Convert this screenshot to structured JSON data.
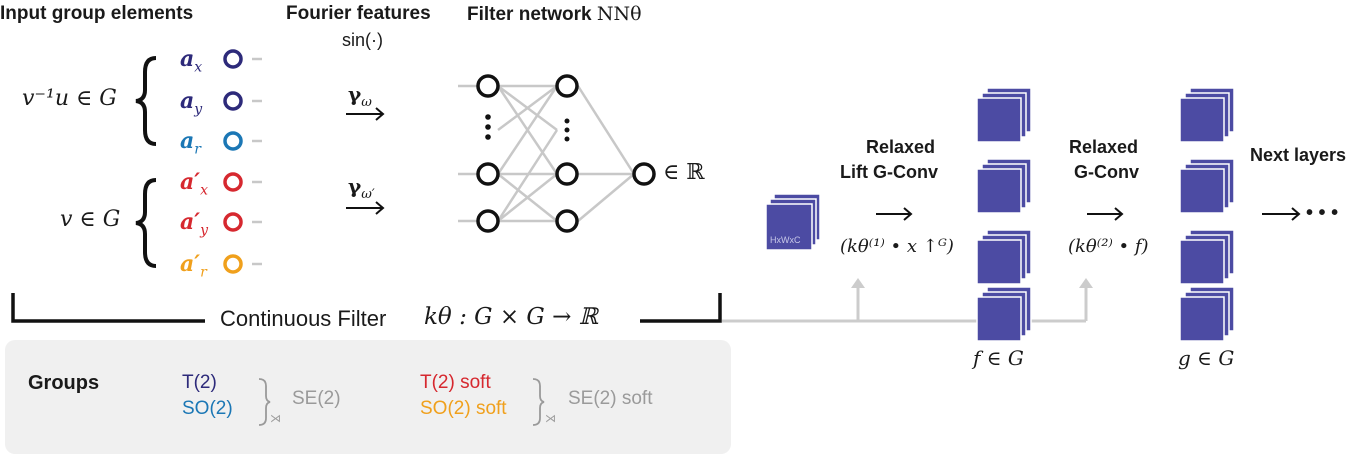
{
  "headers": {
    "input": "Input group elements",
    "fourier": "Fourier features",
    "fourier_sub": "sin(·)",
    "filter_prefix": "Filter network ",
    "filter_math": "NNθ"
  },
  "inputs": {
    "group1_label": "v⁻¹u ∈ G",
    "group2_label": "v ∈ G",
    "elements": [
      {
        "name": "a",
        "sub": "x",
        "prime": false,
        "color": "#2d2a7a"
      },
      {
        "name": "a",
        "sub": "y",
        "prime": false,
        "color": "#2d2a7a"
      },
      {
        "name": "a",
        "sub": "r",
        "prime": false,
        "color": "#1b77b5"
      },
      {
        "name": "a′",
        "sub": "x",
        "prime": true,
        "color": "#d6282f"
      },
      {
        "name": "a′",
        "sub": "y",
        "prime": true,
        "color": "#d6282f"
      },
      {
        "name": "a′",
        "sub": "r",
        "prime": true,
        "color": "#f0a01c"
      }
    ]
  },
  "fourier_maps": [
    {
      "gamma": "γ",
      "sub": "ω"
    },
    {
      "gamma": "γ",
      "sub": "ω′"
    }
  ],
  "network_output": "∈ ℝ",
  "continuous_filter": {
    "label": "Continuous Filter",
    "math": "kθ : G × G → ℝ"
  },
  "pipeline": {
    "input_tag": "HxWxC",
    "lift_title_1": "Relaxed",
    "lift_title_2": "Lift G-Conv",
    "lift_formula": "(kθ⁽¹⁾ • x ↑ᴳ)",
    "gconv_title_1": "Relaxed",
    "gconv_title_2": "G-Conv",
    "gconv_formula": "(kθ⁽²⁾ • f)",
    "f_label": "f ∈ G",
    "g_label": "g ∈ G",
    "next_label": "Next layers",
    "next_dots": "• • •"
  },
  "groups": {
    "title": "Groups",
    "t2": "T(2)",
    "so2": "SO(2)",
    "se2": "SE(2)",
    "t2_soft": "T(2) soft",
    "so2_soft": "SO(2) soft",
    "se2_soft": "SE(2) soft",
    "semidirect": "⋊",
    "colors": {
      "t2": "#2d2a7a",
      "so2": "#1b77b5",
      "t2_soft": "#d6282f",
      "so2_soft": "#f0a01c",
      "result": "#9a9a9a"
    }
  }
}
